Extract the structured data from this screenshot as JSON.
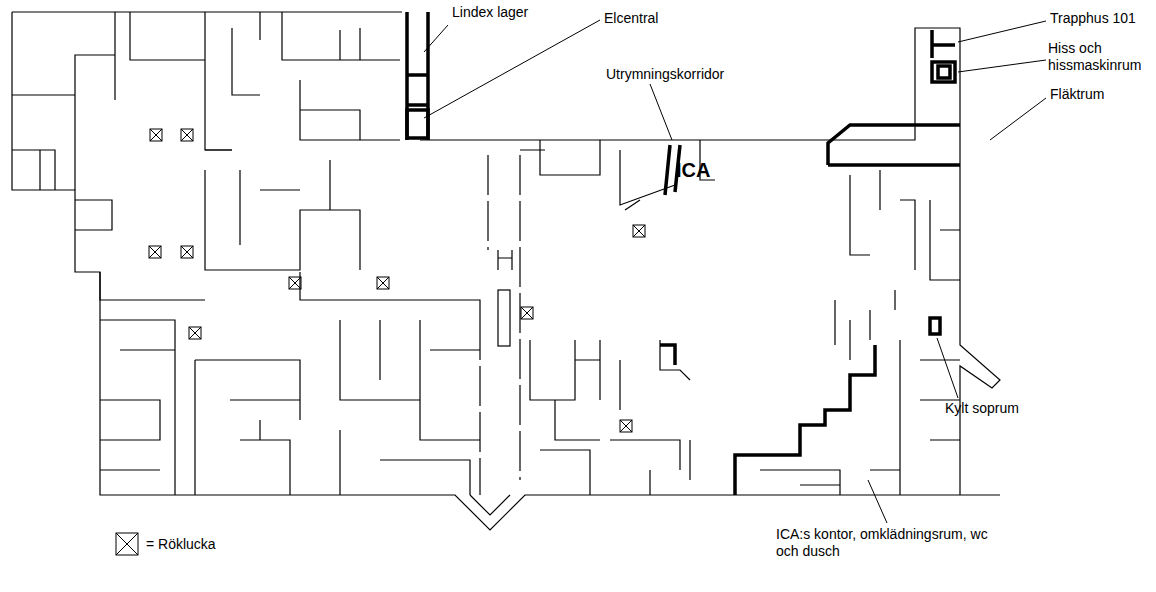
{
  "diagram": {
    "labels": [
      "Lindex lager",
      "Elcentral",
      "Utrymningskorridor",
      "Trapphus 101",
      "Hiss och hissmaskinrum",
      "Fläktrum",
      "ICA",
      "Kylt soprum",
      "ICA:s kontor, omklädningsrum, wc och dusch"
    ],
    "legend": [
      {
        "text": "= Röklucka"
      }
    ]
  }
}
